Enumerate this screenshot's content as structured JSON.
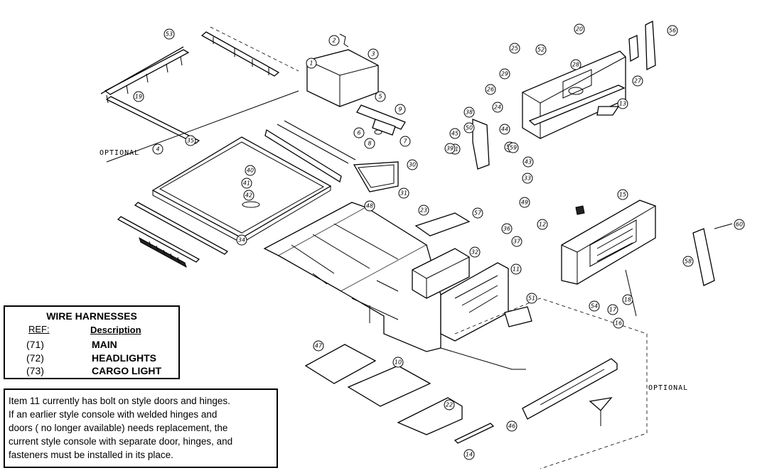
{
  "optional_labels": [
    "OPTIONAL",
    "OPTIONAL"
  ],
  "wire_harnesses": {
    "title": "WIRE HARNESSES",
    "ref_header": "REF:",
    "description_header": "Description",
    "rows": [
      {
        "ref": "(71)",
        "description": "MAIN"
      },
      {
        "ref": "(72)",
        "description": "HEADLIGHTS"
      },
      {
        "ref": "(73)",
        "description": "CARGO LIGHT"
      }
    ]
  },
  "note": {
    "lines": [
      "Item 11 currently has bolt on style doors and hinges.",
      "If an earlier style console with welded hinges and",
      "doors ( no longer available) needs replacement, the",
      "current style console with separate door, hinges, and",
      "fasteners must be installed in its place."
    ]
  },
  "callouts": [
    "1",
    "2",
    "3",
    "4",
    "5",
    "6",
    "7",
    "8",
    "9",
    "10",
    "11",
    "12",
    "13",
    "14",
    "15",
    "16",
    "17",
    "18",
    "19",
    "20",
    "21",
    "22",
    "23",
    "24",
    "25",
    "26",
    "27",
    "28",
    "29",
    "30",
    "31",
    "32",
    "33",
    "34",
    "35",
    "36",
    "37",
    "38",
    "39",
    "40",
    "41",
    "42",
    "43",
    "44",
    "45",
    "46",
    "47",
    "48",
    "49",
    "50",
    "51",
    "52",
    "53",
    "54",
    "55",
    "56",
    "57",
    "58",
    "59",
    "60"
  ]
}
